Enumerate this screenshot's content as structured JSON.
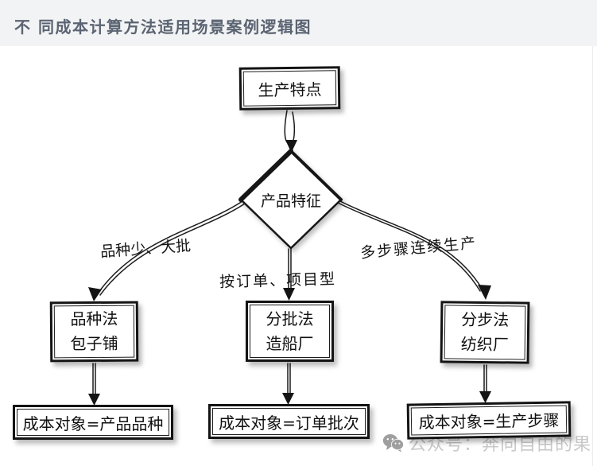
{
  "header": {
    "title": "不 同成本计算方法适用场景案例逻辑图"
  },
  "flowchart": {
    "root": {
      "label": "生产特点"
    },
    "decision": {
      "label": "产品特征"
    },
    "branches": [
      {
        "condition": "品种少、大批",
        "method": "品种法",
        "example": "包子铺",
        "cost_object": "成本对象=产品品种"
      },
      {
        "condition": "按订单、项目型",
        "method": "分批法",
        "example": "造船厂",
        "cost_object": "成本对象=订单批次"
      },
      {
        "condition": "多步骤连续生产",
        "method": "分步法",
        "example": "纺织厂",
        "cost_object": "成本对象=生产步骤"
      }
    ]
  },
  "watermark": {
    "icon": "wechat-icon",
    "text": "公众号：奔向自由的果"
  },
  "colors": {
    "header_bg": "#f2f3f4",
    "title_color": "#5b6472",
    "ink": "#141414",
    "node_fill": "#ffffff",
    "watermark_color": "#c9c9c9"
  }
}
